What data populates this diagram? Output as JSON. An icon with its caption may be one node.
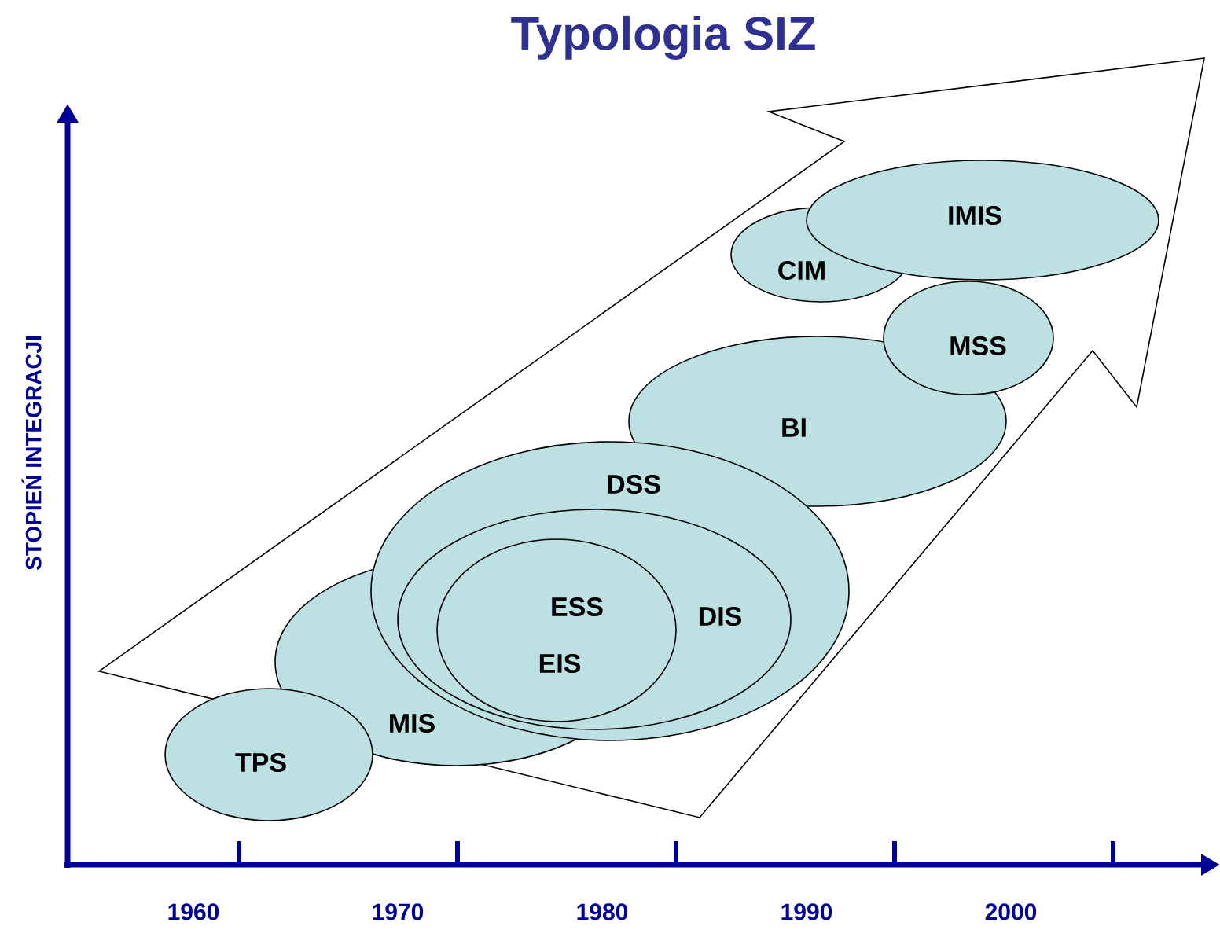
{
  "diagram": {
    "title": "Typologia SIZ",
    "nodes": [
      {
        "text": [
          "TPS"
        ]
      },
      {
        "text": [
          "MIS"
        ]
      },
      {
        "text": [
          "DSS"
        ]
      },
      {
        "text": [
          "DIS"
        ],
        "in": 2
      },
      {
        "text": [
          "ESS",
          "EIS"
        ],
        "in": 3
      },
      {
        "text": [
          "BI"
        ]
      },
      {
        "text": [
          "MSS"
        ]
      },
      {
        "text": [
          "CIM"
        ]
      },
      {
        "text": [
          "IMIS"
        ]
      }
    ],
    "labels": [
      "STOPIEŃ INTEGRACJI",
      "1960",
      "1970",
      "1980",
      "1990",
      "2000"
    ]
  }
}
